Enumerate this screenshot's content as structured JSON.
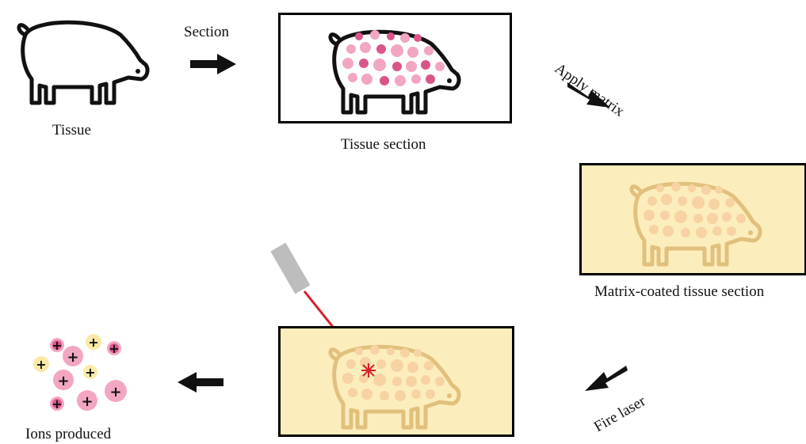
{
  "steps": {
    "tissue": {
      "label": "Tissue"
    },
    "section_arrow": {
      "label": "Section"
    },
    "tissue_section": {
      "label": "Tissue section"
    },
    "apply_matrix_arrow": {
      "label": "Apply matrix"
    },
    "matrix_coated": {
      "label": "Matrix-coated tissue section"
    },
    "fire_laser_arrow": {
      "label": "Fire laser"
    },
    "ions": {
      "label": "Ions produced"
    }
  },
  "colors": {
    "outline": "#111111",
    "tissue_pink": "#f3a6c4",
    "tissue_dark_pink": "#d9558a",
    "matrix_bg": "#fcedbc",
    "matrix_pig": "#e8c27a",
    "laser": "#d9202a",
    "laser_body": "#bdbdbd",
    "ion_yellow": "#fbeaa8"
  },
  "icons": [
    "pig-icon",
    "arrow-right-icon",
    "arrow-left-icon",
    "laser-icon",
    "ion-icon"
  ]
}
